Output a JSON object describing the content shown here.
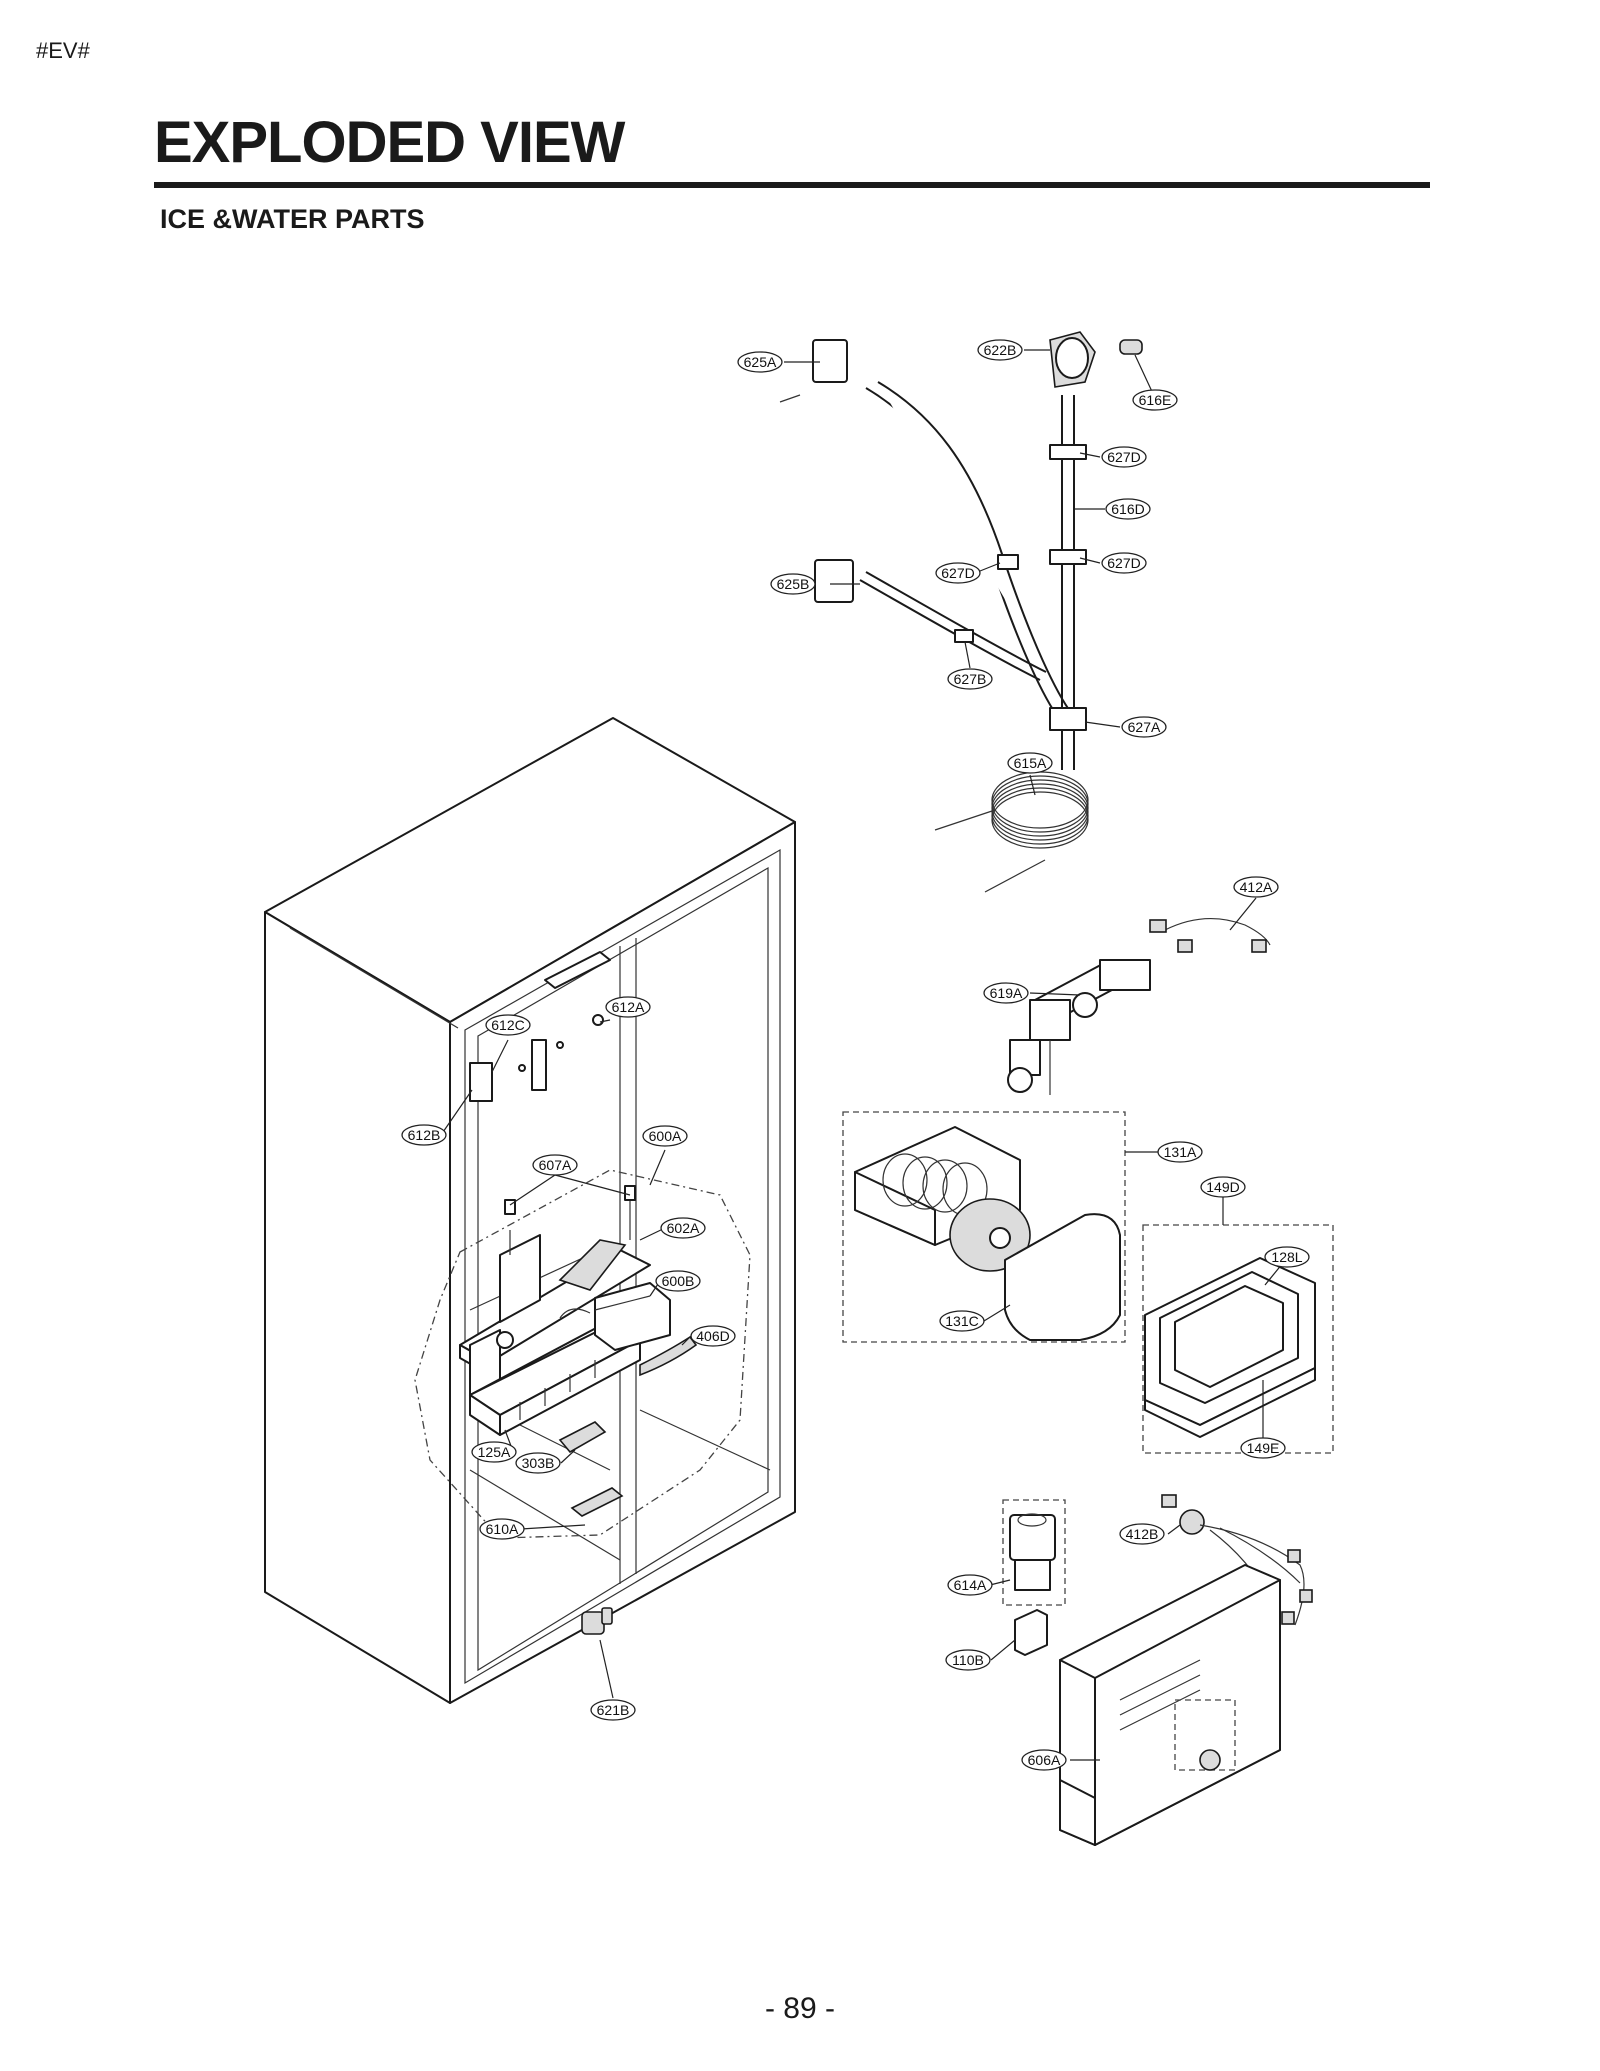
{
  "header": {
    "tag": "#EV#",
    "title": "EXPLODED VIEW",
    "subtitle": "ICE &WATER PARTS"
  },
  "footer": {
    "page_number": "- 89 -"
  },
  "callouts": [
    {
      "id": "625A",
      "label": "625A"
    },
    {
      "id": "622B",
      "label": "622B"
    },
    {
      "id": "616E",
      "label": "616E"
    },
    {
      "id": "627D-1",
      "label": "627D"
    },
    {
      "id": "616D",
      "label": "616D"
    },
    {
      "id": "627D-2",
      "label": "627D"
    },
    {
      "id": "627D-3",
      "label": "627D"
    },
    {
      "id": "625B",
      "label": "625B"
    },
    {
      "id": "627B",
      "label": "627B"
    },
    {
      "id": "627A",
      "label": "627A"
    },
    {
      "id": "615A",
      "label": "615A"
    },
    {
      "id": "412A",
      "label": "412A"
    },
    {
      "id": "619A",
      "label": "619A"
    },
    {
      "id": "612A",
      "label": "612A"
    },
    {
      "id": "612C",
      "label": "612C"
    },
    {
      "id": "612B",
      "label": "612B"
    },
    {
      "id": "600A",
      "label": "600A"
    },
    {
      "id": "607A",
      "label": "607A"
    },
    {
      "id": "602A",
      "label": "602A"
    },
    {
      "id": "600B",
      "label": "600B"
    },
    {
      "id": "406D",
      "label": "406D"
    },
    {
      "id": "125A",
      "label": "125A"
    },
    {
      "id": "303B",
      "label": "303B"
    },
    {
      "id": "610A",
      "label": "610A"
    },
    {
      "id": "621B",
      "label": "621B"
    },
    {
      "id": "131A",
      "label": "131A"
    },
    {
      "id": "149D",
      "label": "149D"
    },
    {
      "id": "128L",
      "label": "128L"
    },
    {
      "id": "131C",
      "label": "131C"
    },
    {
      "id": "149E",
      "label": "149E"
    },
    {
      "id": "412B",
      "label": "412B"
    },
    {
      "id": "614A",
      "label": "614A"
    },
    {
      "id": "110B",
      "label": "110B"
    },
    {
      "id": "606A",
      "label": "606A"
    }
  ]
}
